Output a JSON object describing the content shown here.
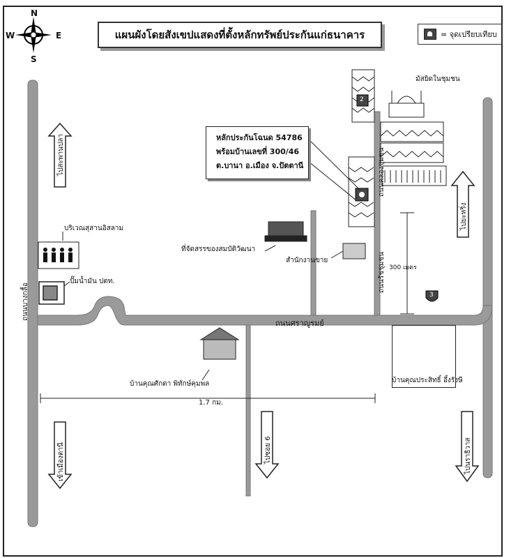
{
  "title": "แผนผังโดยสังเขปแสดงที่ตั้งหลักทรัพย์ประกันแก่ธนาคาร",
  "legend": {
    "icon": "landmark-marker-icon",
    "text": "=   จุดเปรียบเทียบ"
  },
  "compass": {
    "n": "N",
    "s": "S",
    "e": "E",
    "w": "W"
  },
  "info": {
    "line1": "หลักประกันโฉนด  54786",
    "line2": "พร้อมบ้านเลขที่ 300/46",
    "line3": "ต.บานา อ.เมือง จ.ปัตตานี"
  },
  "labels": {
    "mosque": "มัสยิดในชุมชน",
    "cemetery": "บริเวณสุสานอิสลาม",
    "gas_station": "ปั๊มน้ำมัน ปตท.",
    "housing": "ที่จัดสรรของสมบัติวัฒนา",
    "sales_office": "สำนักงานขาย",
    "house_sakda": "บ้านคุณศักดา  พิทักษ์คุมพล",
    "house_prasit": "บ้านคุณประสิทธิ์  อึ้งรังษี",
    "distance_300": "300 เมตร",
    "distance_17": "1.7 กม.",
    "road_main": "ถนนศราญูรมย์",
    "road_left": "ถนนบางกลื้อ",
    "road_mid": "ถนนคลองชุมชน",
    "road_mid2": "ถนนรัชชุมชน",
    "to_phanae": "ไปสะพานปลา",
    "to_yaring": "ไปยะหริ่ง",
    "to_city": "เข้าเมืองตานี",
    "to_pattani6": "ไปซอย 6",
    "to_narathiwat": "ไปนราธิวาส",
    "marker_2": "2",
    "marker_3": "3"
  }
}
